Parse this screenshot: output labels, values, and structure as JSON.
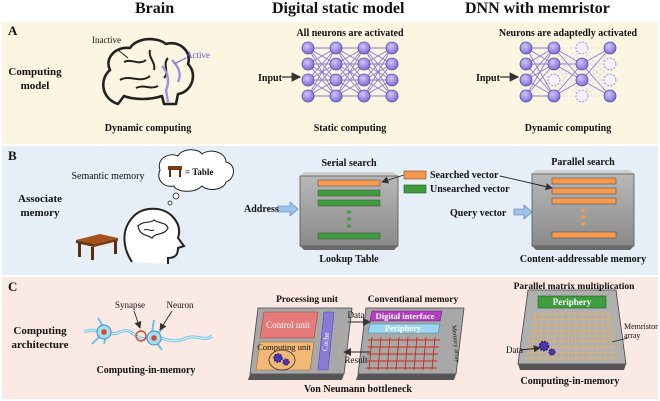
{
  "headers": {
    "brain": "Brain",
    "digital": "Digital static model",
    "dnn": "DNN with memristor"
  },
  "panels": {
    "a": {
      "letter": "A",
      "row_label_1": "Computing",
      "row_label_2": "model",
      "brain": {
        "inactive": "Inactive",
        "active": "Active",
        "caption": "Dynamic computing"
      },
      "static": {
        "top": "All neurons are activated",
        "input": "Input",
        "caption": "Static computing"
      },
      "dnn": {
        "top": "Neurons are adaptedly activated",
        "input": "Input",
        "caption": "Dynamic computing"
      }
    },
    "b": {
      "letter": "B",
      "row_label_1": "Associate",
      "row_label_2": "memory",
      "semantic": "Semantic memory",
      "table_word": "= Table",
      "serial_title": "Serial search",
      "address": "Address",
      "lookup_caption": "Lookup Table",
      "legend_searched": "Searched vector",
      "legend_unsearched": "Unsearched vector",
      "parallel_title": "Parallel search",
      "query": "Query vector",
      "cam_caption": "Content-addressable memory"
    },
    "c": {
      "letter": "C",
      "row_label_1": "Computing",
      "row_label_2": "architecture",
      "synapse": "Synapse",
      "neuron": "Neuron",
      "cim_caption_left": "Computing-in-memory",
      "processing_title": "Processing unit",
      "memory_title": "Conventianal memory",
      "control_unit": "Control unit",
      "computing_unit": "Computing unit",
      "cache": "Cache",
      "data_label": "Data",
      "result_label": "Result",
      "digital_interface": "Digital interface",
      "periphery": "Periphery",
      "memory_array": "Memory array",
      "bottleneck": "Von Neumann bottleneck",
      "pmm_title": "Parallel matrix multiplication",
      "pmm_periphery": "Periphery",
      "pmm_data": "Data",
      "memristor_array": "Memristor array",
      "cim_caption_right": "Computing-in-memory"
    }
  },
  "colors": {
    "panel_a_bg": "#fbf5e1",
    "panel_b_bg": "#e6eef8",
    "panel_c_bg": "#fbeae4",
    "neuron": "#8a7ad8",
    "orange_bar": "#f59a4e",
    "green_bar": "#3f9c3f",
    "grid_red": "#cc2a1d"
  }
}
